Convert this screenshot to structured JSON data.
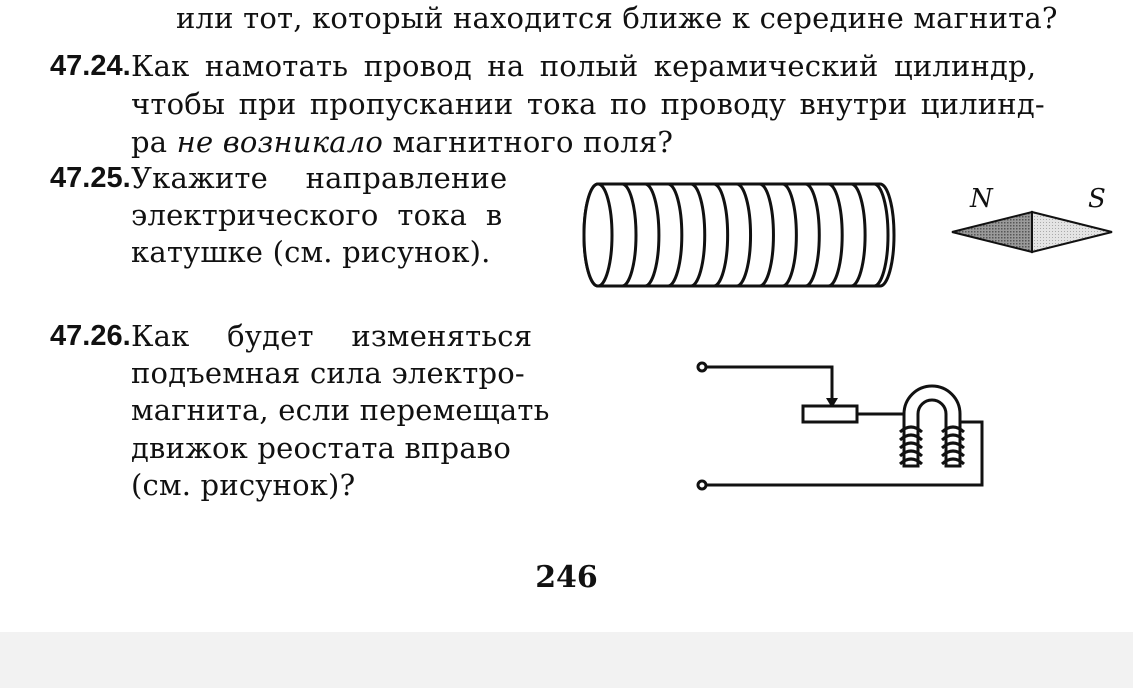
{
  "text": {
    "l0": "или тот, который находится ближе к середине магнита?",
    "p2424": {
      "number": "47.24.",
      "l1": "Как намотать провод на полый керамический цилиндр,",
      "l2": "чтобы при пропускании тока по проводу внутри цилинд-",
      "l3_pre": "ра ",
      "l3_it": "не возникало",
      "l3_post": " магнитного поля?"
    },
    "p2425": {
      "number": "47.25.",
      "l1": "Укажите    направление",
      "l2": "электрического  тока  в",
      "l3": "катушке (см. рисунок)."
    },
    "p2426": {
      "number": "47.26.",
      "l1": "Как    будет    изменяться",
      "l2": "подъемная сила электро-",
      "l3": "магнита, если перемещать",
      "l4": "движок реостата вправо",
      "l5": "(см. рисунок)?"
    }
  },
  "figure_coil": {
    "turns": 12
  },
  "figure_compass": {
    "north_label": "N",
    "south_label": "S"
  },
  "page_number": "246"
}
